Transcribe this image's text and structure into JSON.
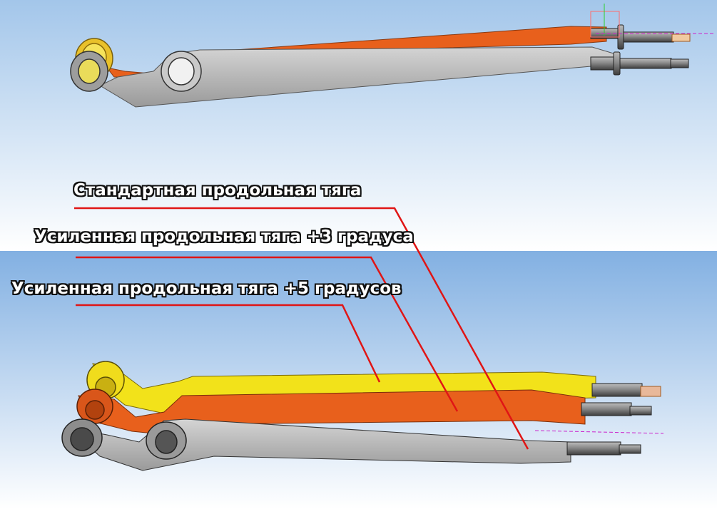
{
  "labels": {
    "standard": "Стандартная продольная тяга",
    "plus3": "Усиленная продольная тяга +3 градуса",
    "plus5": "Усиленная продольная тяга +5 градусов"
  },
  "colors": {
    "sky_top": "#a9c9ea",
    "sky_bottom": "#ffffff",
    "lower_bg_top": "#86b2e2",
    "lower_bg_bottom": "#ffffff",
    "arm_gray": "#b5b5b5",
    "arm_orange": "#e8601c",
    "arm_yellow": "#f2e21a",
    "leader_red": "#e01515"
  }
}
